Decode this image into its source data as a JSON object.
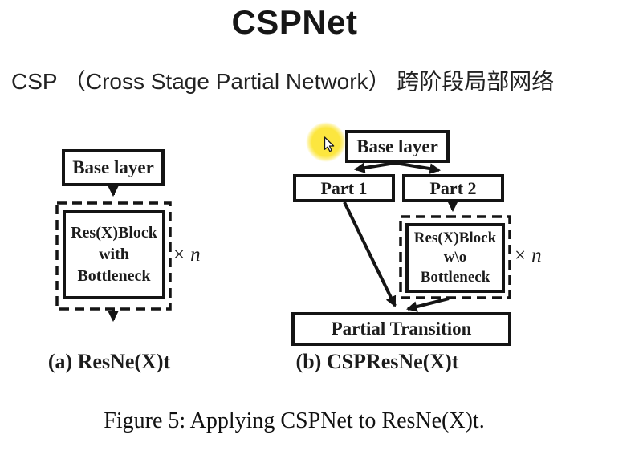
{
  "slide": {
    "title": "CSPNet",
    "subtitle": "CSP （Cross Stage Partial Network） 跨阶段局部网络"
  },
  "figure": {
    "caption": "Figure 5: Applying CSPNet to ResNe(X)t.",
    "diagram_a": {
      "caption": "(a) ResNe(X)t",
      "base_layer": "Base layer",
      "block_lines": [
        "Res(X)Block",
        "with",
        "Bottleneck"
      ],
      "repeat": {
        "times": "×",
        "var": "n"
      }
    },
    "diagram_b": {
      "caption": "(b) CSPResNe(X)t",
      "base_layer": "Base layer",
      "part1": "Part 1",
      "part2": "Part 2",
      "block_lines": [
        "Res(X)Block",
        "w\\o",
        "Bottleneck"
      ],
      "repeat": {
        "times": "×",
        "var": "n"
      },
      "partial_transition": "Partial Transition"
    }
  },
  "icons": {
    "cursor": "arrow-pointer"
  },
  "colors": {
    "cursor_highlight": "#fce63f",
    "diagram_ink": "#141414",
    "background": "#ffffff"
  }
}
